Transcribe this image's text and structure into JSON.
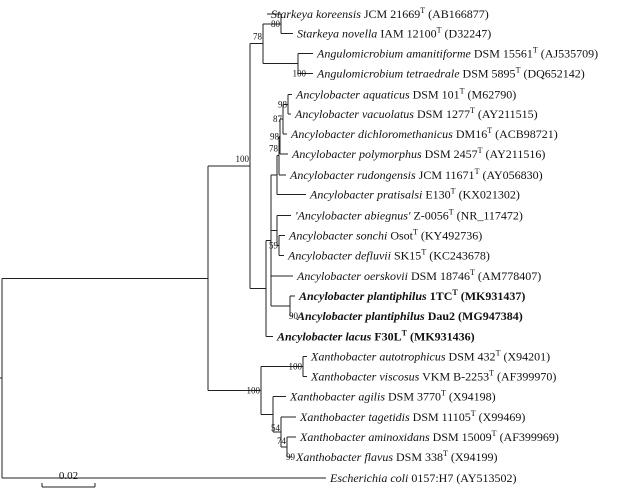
{
  "tree": {
    "scale_bar": {
      "label": "0.02"
    },
    "taxa": [
      {
        "id": "t1",
        "name": "Starkeya koreensis",
        "strain": "JCM 21669",
        "sup": "T",
        "acc": "(AB166877)",
        "bold": false
      },
      {
        "id": "t2",
        "name": "Starkeya novella",
        "strain": "IAM 12100",
        "sup": "T",
        "acc": "(D32247)",
        "bold": false
      },
      {
        "id": "t3",
        "name": "Angulomicrobium amanitiforme",
        "strain": "DSM 15561",
        "sup": "T",
        "acc": "(AJ535709)",
        "bold": false
      },
      {
        "id": "t4",
        "name": "Angulomicrobium tetraedrale",
        "strain": "DSM 5895",
        "sup": "T",
        "acc": "(DQ652142)",
        "bold": false
      },
      {
        "id": "t5",
        "name": "Ancylobacter aquaticus",
        "strain": "DSM 101",
        "sup": "T",
        "acc": "(M62790)",
        "bold": false
      },
      {
        "id": "t6",
        "name": "Ancylobacter vacuolatus",
        "strain": "DSM 1277",
        "sup": "T",
        "acc": "(AY211515)",
        "bold": false
      },
      {
        "id": "t7",
        "name": "Ancylobacter dichloromethanicus",
        "strain": "DM16",
        "sup": "T",
        "acc": "(ACB98721)",
        "bold": false
      },
      {
        "id": "t8",
        "name": "Ancylobacter polymorphus",
        "strain": "DSM 2457",
        "sup": "T",
        "acc": "(AY211516)",
        "bold": false
      },
      {
        "id": "t9",
        "name": "Ancylobacter rudongensis",
        "strain": "JCM 11671",
        "sup": "T",
        "acc": "(AY056830)",
        "bold": false
      },
      {
        "id": "t10",
        "name": "Ancylobacter pratisalsi",
        "strain": "E130",
        "sup": "T",
        "acc": "(KX021302)",
        "bold": false
      },
      {
        "id": "t11",
        "name": "'Ancylobacter abiegnus'",
        "strain": "Z-0056",
        "sup": "T",
        "acc": "(NR_117472)",
        "bold": false
      },
      {
        "id": "t12",
        "name": "Ancylobacter sonchi",
        "strain": "Osot",
        "sup": "T",
        "acc": "(KY492736)",
        "bold": false
      },
      {
        "id": "t13",
        "name": "Ancylobacter defluvii",
        "strain": "SK15",
        "sup": "T",
        "acc": "(KC243678)",
        "bold": false
      },
      {
        "id": "t14",
        "name": "Ancylobacter oerskovii",
        "strain": "DSM 18746",
        "sup": "T",
        "acc": "(AM778407)",
        "bold": false
      },
      {
        "id": "t15",
        "name": "Ancylobacter plantiphilus",
        "strain": "1TC",
        "sup": "T",
        "acc": "(MK931437)",
        "bold": true
      },
      {
        "id": "t16",
        "name": "Ancylobacter plantiphilus",
        "strain": "Dau2",
        "sup": "",
        "acc": "(MG947384)",
        "bold": true
      },
      {
        "id": "t17",
        "name": "Ancylobacter lacus",
        "strain": "F30L",
        "sup": "T",
        "acc": "(MK931436)",
        "bold": true
      },
      {
        "id": "t18",
        "name": "Xanthobacter autotrophicus",
        "strain": "DSM 432",
        "sup": "T",
        "acc": "(X94201)",
        "bold": false
      },
      {
        "id": "t19",
        "name": "Xanthobacter viscosus",
        "strain": "VKM B-2253",
        "sup": "T",
        "acc": "(AF399970)",
        "bold": false
      },
      {
        "id": "t20",
        "name": "Xanthobacter agilis",
        "strain": "DSM 3770",
        "sup": "T",
        "acc": "(X94198)",
        "bold": false
      },
      {
        "id": "t21",
        "name": "Xanthobacter tagetidis",
        "strain": "DSM 11105",
        "sup": "T",
        "acc": "(X99469)",
        "bold": false
      },
      {
        "id": "t22",
        "name": "Xanthobacter aminoxidans",
        "strain": "DSM 15009",
        "sup": "T",
        "acc": "(AF399969)",
        "bold": false
      },
      {
        "id": "t23",
        "name": "Xanthobacter flavus",
        "strain": "DSM 338",
        "sup": "T",
        "acc": "(X94199)",
        "bold": false
      },
      {
        "id": "t24",
        "name": "Escherichia coli",
        "strain": "0157:H7",
        "sup": "",
        "acc": "(AY513502)",
        "bold": false
      }
    ],
    "bootstrap": [
      {
        "id": "b80a",
        "value": "80"
      },
      {
        "id": "b78a",
        "value": "78"
      },
      {
        "id": "b100a",
        "value": "100"
      },
      {
        "id": "b98a",
        "value": "98"
      },
      {
        "id": "b87",
        "value": "87"
      },
      {
        "id": "b98b",
        "value": "98"
      },
      {
        "id": "b78b",
        "value": "78"
      },
      {
        "id": "b59",
        "value": "59"
      },
      {
        "id": "b100b",
        "value": "100"
      },
      {
        "id": "b90",
        "value": "90"
      },
      {
        "id": "b100c",
        "value": "100"
      },
      {
        "id": "b100d",
        "value": "100"
      },
      {
        "id": "b54",
        "value": "54"
      },
      {
        "id": "b74",
        "value": "74"
      },
      {
        "id": "b99",
        "value": "99"
      }
    ]
  }
}
